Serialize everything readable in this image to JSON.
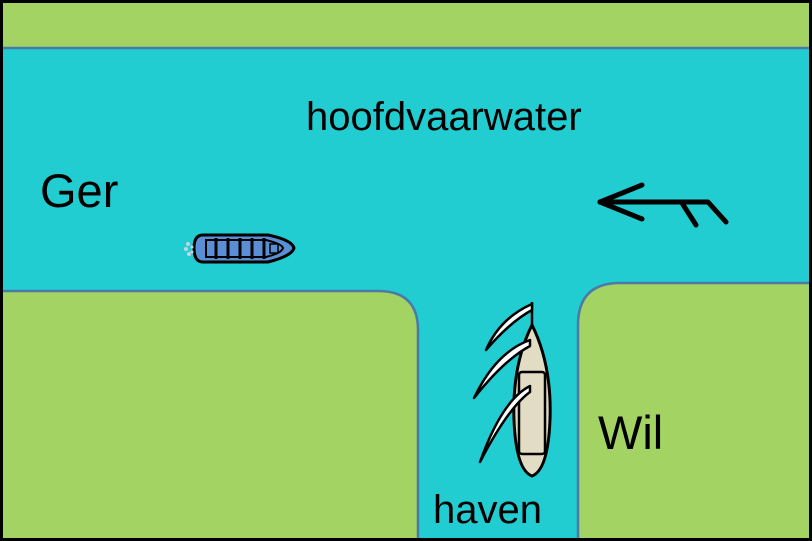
{
  "labels": {
    "main_channel": "hoofdvaarwater",
    "left_vessel": "Ger",
    "right_vessel": "Wil",
    "harbour": "haven"
  },
  "colors": {
    "land": "#a2d363",
    "water": "#22cdd1",
    "shoreline": "#4a7aa8",
    "border": "#000000",
    "motorboat": "#5a8fd6",
    "sailboat": "#e3dcc4"
  },
  "icons": {
    "wind": "wind-arrow-icon",
    "motorboat": "motorboat-icon",
    "sailboat": "sailboat-icon"
  }
}
